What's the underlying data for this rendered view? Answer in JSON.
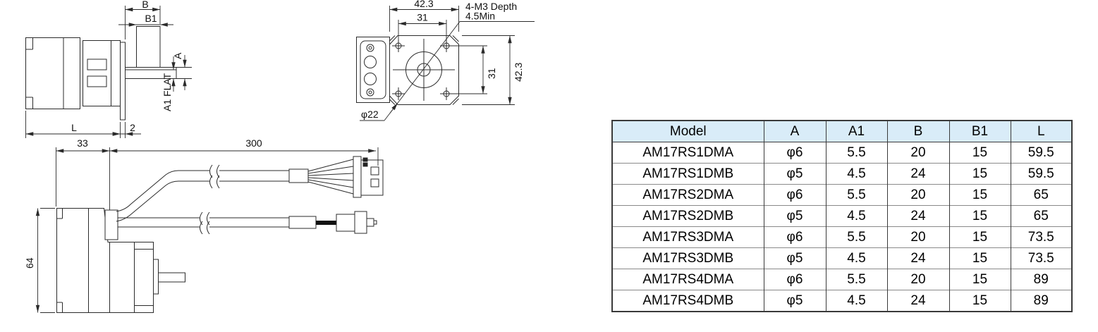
{
  "drawings": {
    "side_view": {
      "dim_B": "B",
      "dim_B1": "B1",
      "dim_A": "A",
      "dim_A1_flat": "A1 FLAT",
      "dim_L": "L",
      "dim_flange_thickness": "2"
    },
    "front_view": {
      "dim_width_outer": "42.3",
      "dim_hole_spacing_h": "31",
      "dim_hole_spacing_v": "31",
      "dim_height_outer": "42.3",
      "label_tap_line1": "4-M3 Depth",
      "label_tap_line2": "4.5Min",
      "label_pilot_diameter": "φ22"
    },
    "cable_view": {
      "dim_gearbox_width": "33",
      "dim_cable_length": "300",
      "dim_body_height": "64"
    }
  },
  "spec_table": {
    "header_bg": "#d9ecf8",
    "headers": [
      "Model",
      "A",
      "A1",
      "B",
      "B1",
      "L"
    ],
    "rows": [
      [
        "AM17RS1DMA",
        "φ6",
        "5.5",
        "20",
        "15",
        "59.5"
      ],
      [
        "AM17RS1DMB",
        "φ5",
        "4.5",
        "24",
        "15",
        "59.5"
      ],
      [
        "AM17RS2DMA",
        "φ6",
        "5.5",
        "20",
        "15",
        "65"
      ],
      [
        "AM17RS2DMB",
        "φ5",
        "4.5",
        "24",
        "15",
        "65"
      ],
      [
        "AM17RS3DMA",
        "φ6",
        "5.5",
        "20",
        "15",
        "73.5"
      ],
      [
        "AM17RS3DMB",
        "φ5",
        "4.5",
        "24",
        "15",
        "73.5"
      ],
      [
        "AM17RS4DMA",
        "φ6",
        "5.5",
        "20",
        "15",
        "89"
      ],
      [
        "AM17RS4DMB",
        "φ5",
        "4.5",
        "24",
        "15",
        "89"
      ]
    ]
  }
}
